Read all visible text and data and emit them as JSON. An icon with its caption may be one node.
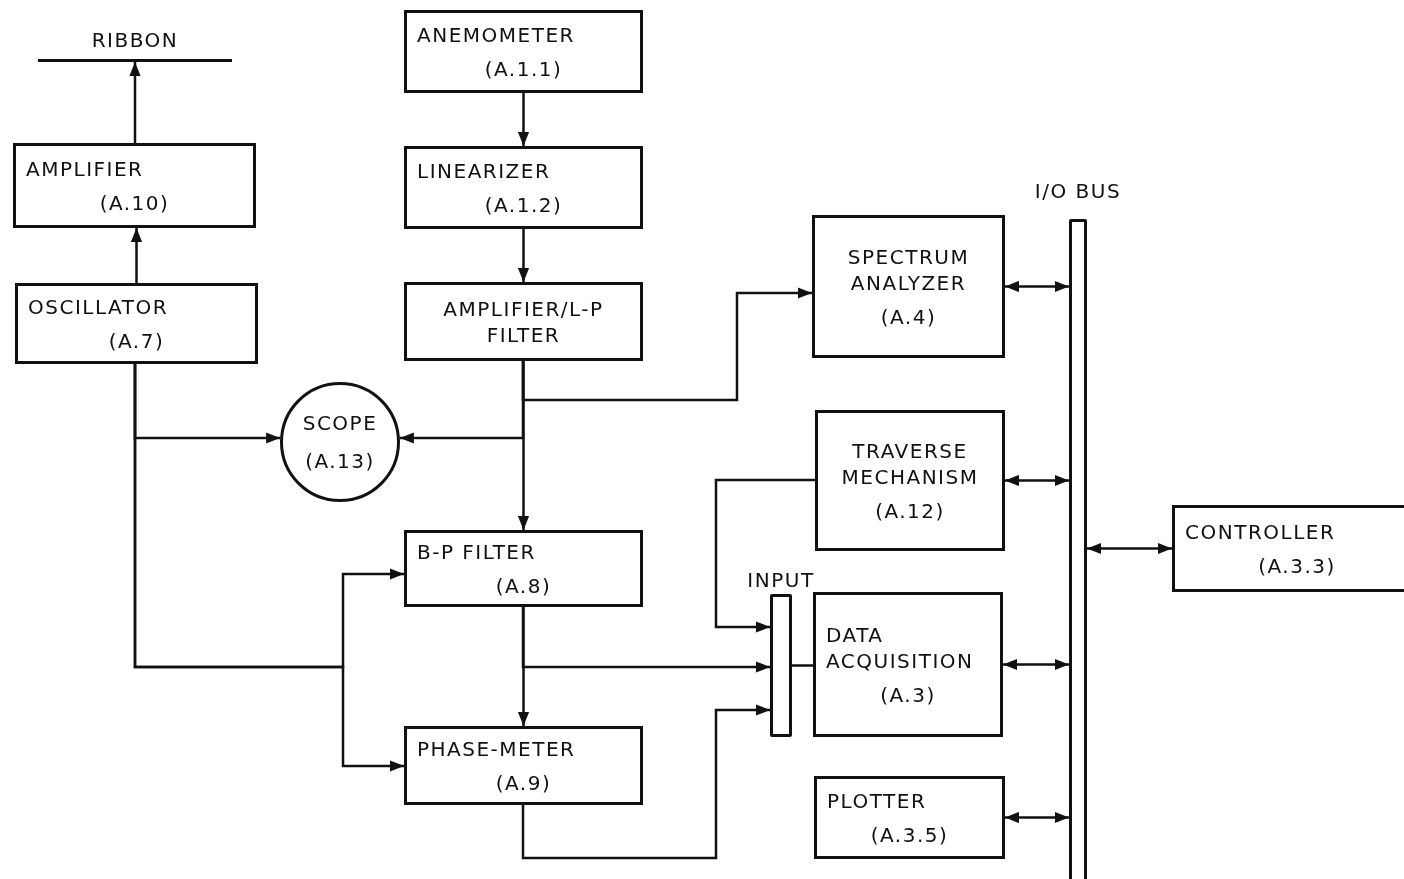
{
  "diagram": {
    "nodes": [
      {
        "text": [
          "RIBBON"
        ]
      },
      {
        "text": [
          "ANEMOMETER",
          "(A.1.1)"
        ]
      },
      {
        "text": [
          "AMPLIFIER",
          "(A.10)"
        ]
      },
      {
        "text": [
          "LINEARIZER",
          "(A.1.2)"
        ]
      },
      {
        "text": [
          "I/O BUS"
        ]
      },
      {
        "text": [
          "OSCILLATOR",
          "(A.7)"
        ]
      },
      {
        "text": [
          "AMPLIFIER/L-P FILTER"
        ]
      },
      {
        "text": [
          "SPECTRUM ANALYZER",
          "(A.4)"
        ]
      },
      {
        "text": [
          "SCOPE",
          "(A.13)"
        ]
      },
      {
        "text": [
          "TRAVERSE MECHANISM",
          "(A.12)"
        ]
      },
      {
        "text": [
          "CONTROLLER",
          "(A.3.3)"
        ]
      },
      {
        "text": [
          "B-P FILTER",
          "(A.8)"
        ]
      },
      {
        "text": [
          "INPUT"
        ]
      },
      {
        "text": [
          "DATA ACQUISITION",
          "(A.3)"
        ]
      },
      {
        "text": [
          "PHASE-METER",
          "(A.9)"
        ]
      },
      {
        "text": [
          "PLOTTER",
          "(A.3.5)"
        ]
      }
    ],
    "edges": [
      {
        "from": 2,
        "to": 0,
        "arrow": "to"
      },
      {
        "from": 5,
        "to": 2,
        "arrow": "to"
      },
      {
        "from": 1,
        "to": 3,
        "arrow": "to"
      },
      {
        "from": 3,
        "to": 6,
        "arrow": "to"
      },
      {
        "from": 6,
        "to": 8,
        "arrow": "to"
      },
      {
        "from": 5,
        "to": 8,
        "arrow": "to"
      },
      {
        "from": 6,
        "to": 11,
        "arrow": "to"
      },
      {
        "from": 6,
        "to": 7,
        "arrow": "to"
      },
      {
        "from": 5,
        "to": 11,
        "arrow": "to"
      },
      {
        "from": 5,
        "to": 14,
        "arrow": "to"
      },
      {
        "from": 11,
        "to": 14,
        "arrow": "to"
      },
      {
        "from": 11,
        "to": 12,
        "arrow": "to"
      },
      {
        "from": 14,
        "to": 12,
        "arrow": "to"
      },
      {
        "from": 9,
        "to": 12,
        "arrow": "to"
      },
      {
        "from": 12,
        "to": 13,
        "arrow": "none"
      },
      {
        "from": 7,
        "to": 4,
        "arrow": "both"
      },
      {
        "from": 9,
        "to": 4,
        "arrow": "both"
      },
      {
        "from": 13,
        "to": 4,
        "arrow": "both"
      },
      {
        "from": 15,
        "to": 4,
        "arrow": "both"
      },
      {
        "from": 4,
        "to": 10,
        "arrow": "both"
      }
    ]
  }
}
